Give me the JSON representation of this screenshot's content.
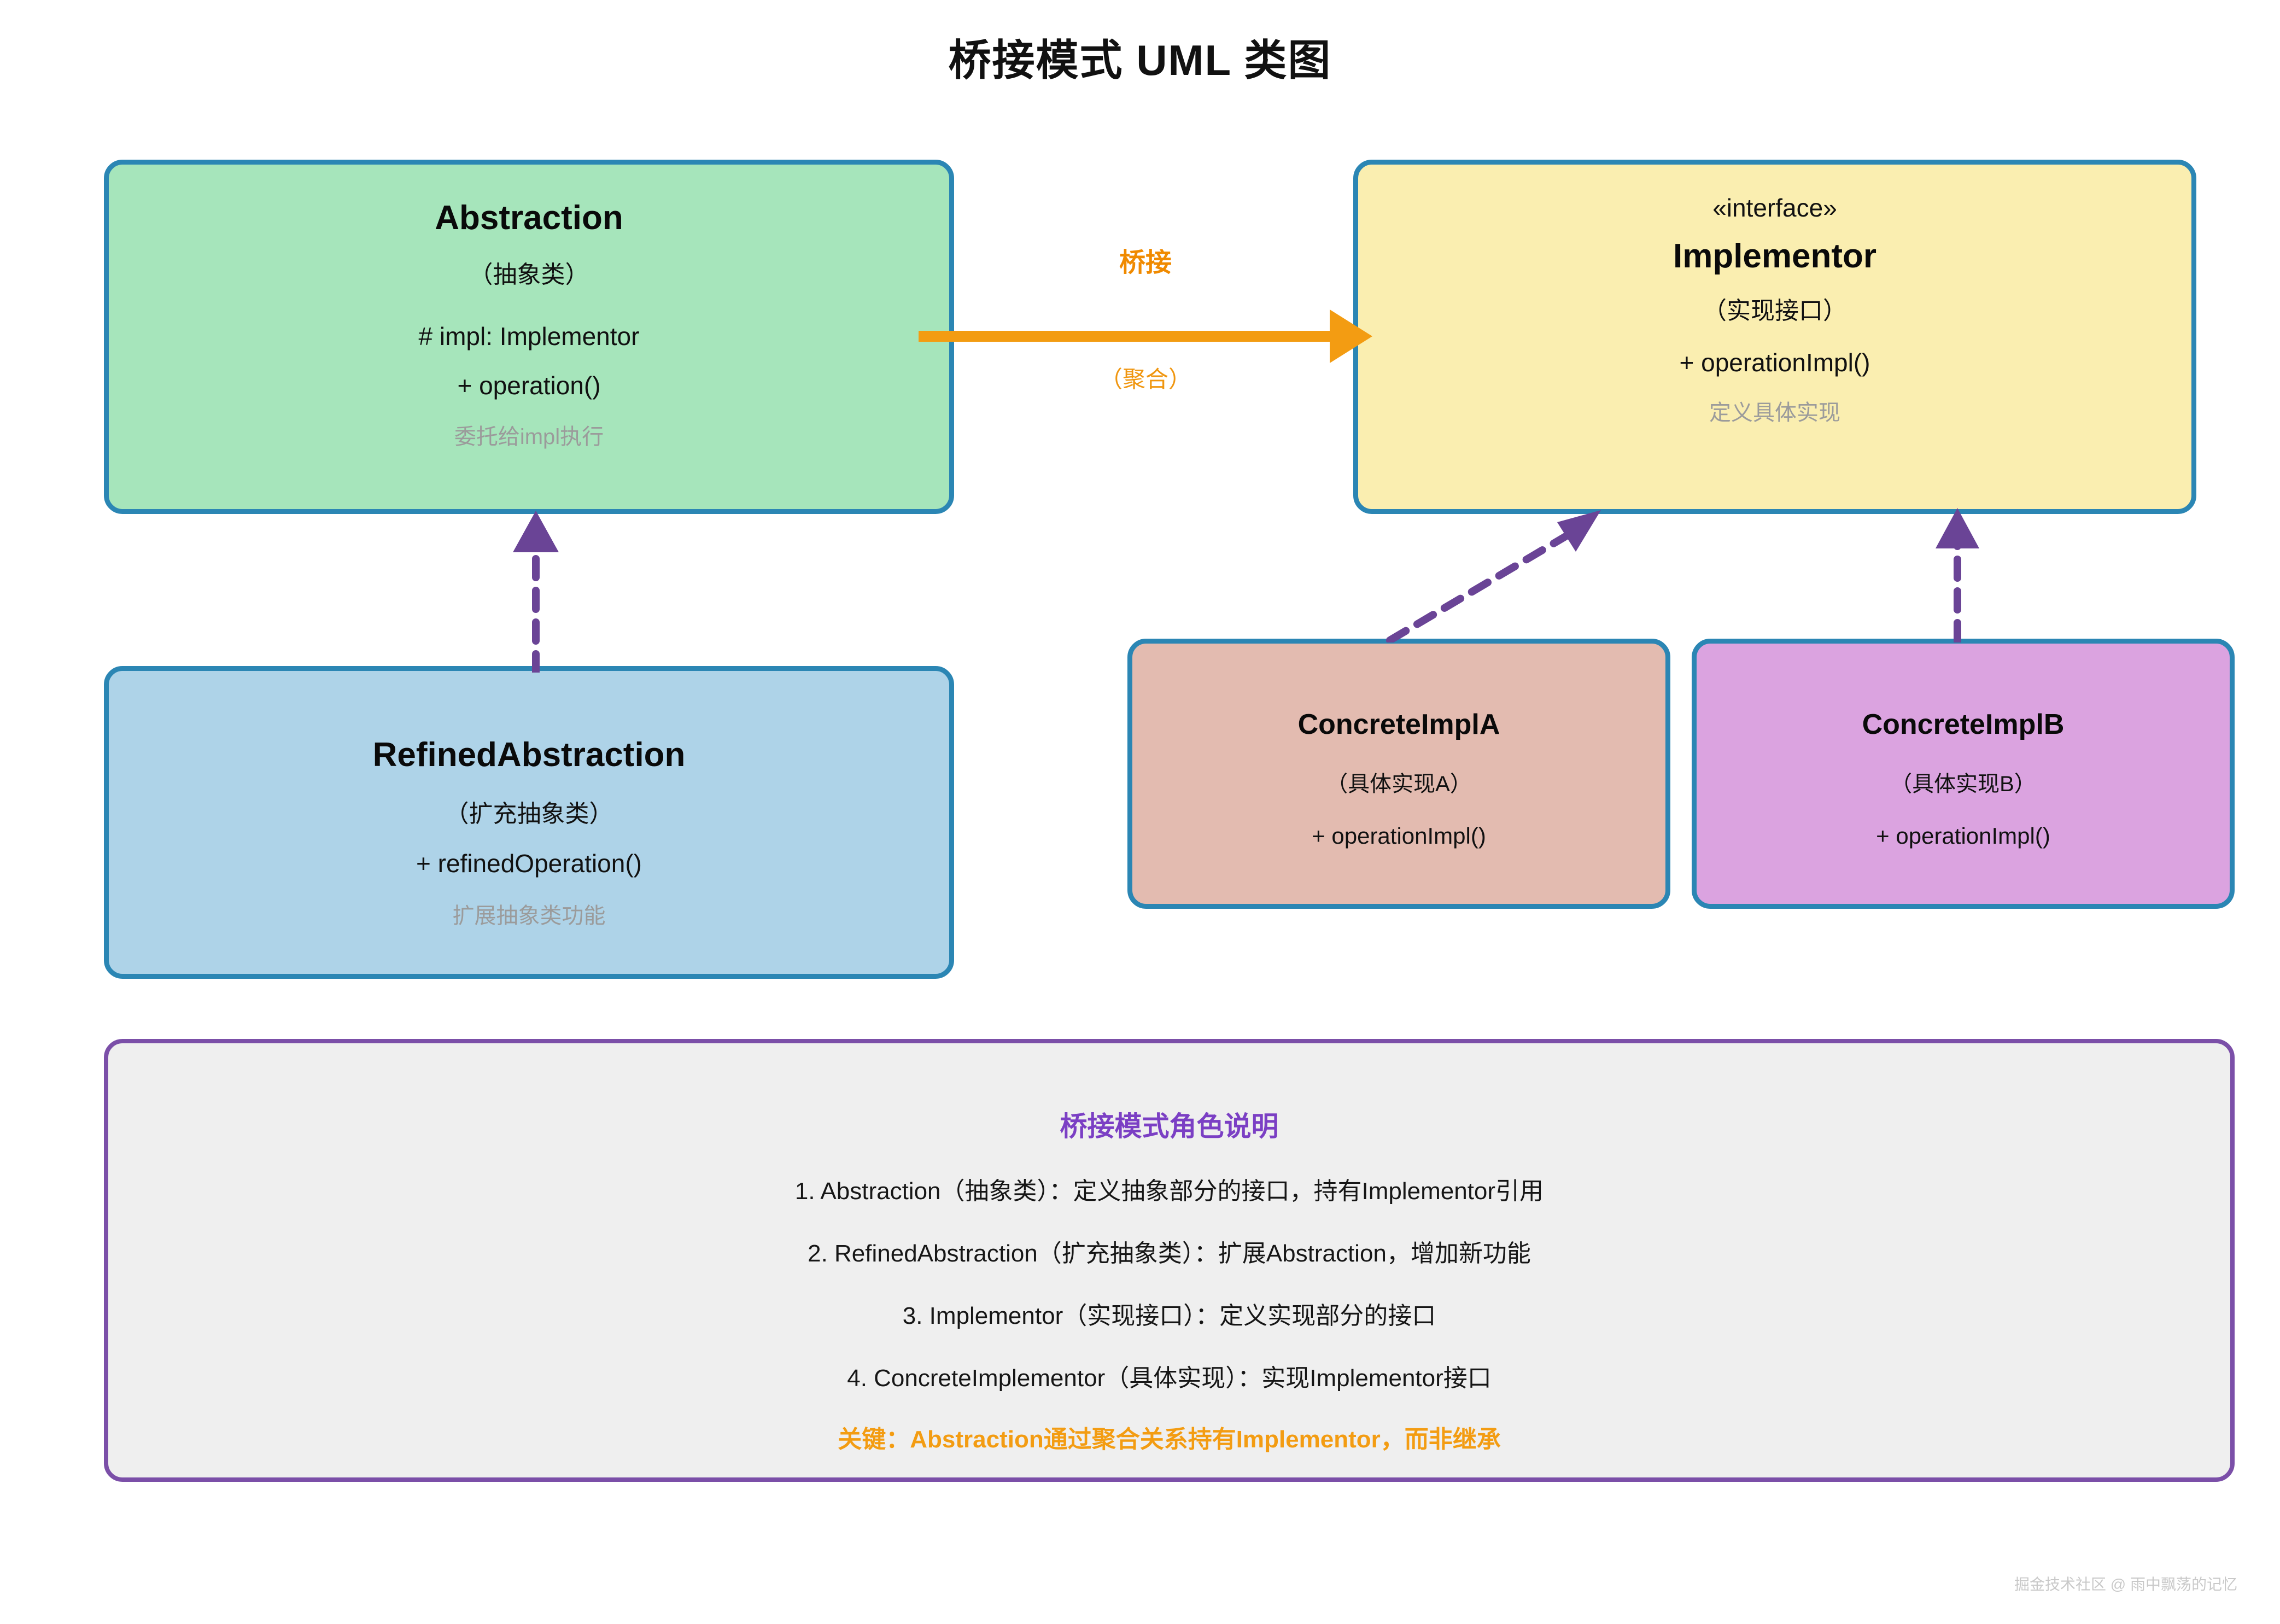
{
  "page": {
    "title": "桥接模式 UML 类图",
    "watermark": "掘金技术社区 @ 雨中飘荡的记忆"
  },
  "colors": {
    "box_border": "#2b86b4",
    "abstraction_fill": "#a6e5bb",
    "implementor_fill": "#faeeb0",
    "refined_fill": "#aed3e8",
    "impl_a_fill": "#e3bbb0",
    "impl_b_fill": "#dba3e0",
    "bridge_arrow": "#f39c12",
    "inheritance_arrow": "#6a4496",
    "legend_border": "#7b4fa8",
    "legend_fill": "#efefef",
    "legend_title": "#7b3fc4",
    "legend_key": "#f39c12"
  },
  "classes": {
    "abstraction": {
      "title": "Abstraction",
      "subtitle": "（抽象类）",
      "field": "# impl: Implementor",
      "method": "+ operation()",
      "note": "委托给impl执行"
    },
    "implementor": {
      "stereotype": "«interface»",
      "title": "Implementor",
      "subtitle": "（实现接口）",
      "method": "+ operationImpl()",
      "note": "定义具体实现"
    },
    "refined_abstraction": {
      "title": "RefinedAbstraction",
      "subtitle": "（扩充抽象类）",
      "method": "+ refinedOperation()",
      "note": "扩展抽象类功能"
    },
    "concrete_impl_a": {
      "title": "ConcreteImplA",
      "subtitle": "（具体实现A）",
      "method": "+ operationImpl()"
    },
    "concrete_impl_b": {
      "title": "ConcreteImplB",
      "subtitle": "（具体实现B）",
      "method": "+ operationImpl()"
    }
  },
  "relations": {
    "bridge_label": "桥接",
    "bridge_sublabel": "（聚合）"
  },
  "legend": {
    "title": "桥接模式角色说明",
    "lines": [
      "1. Abstraction（抽象类）：定义抽象部分的接口，持有Implementor引用",
      "2. RefinedAbstraction（扩充抽象类）：扩展Abstraction，增加新功能",
      "3. Implementor（实现接口）：定义实现部分的接口",
      "4. ConcreteImplementor（具体实现）：实现Implementor接口"
    ],
    "key_line": "关键：Abstraction通过聚合关系持有Implementor，而非继承"
  }
}
